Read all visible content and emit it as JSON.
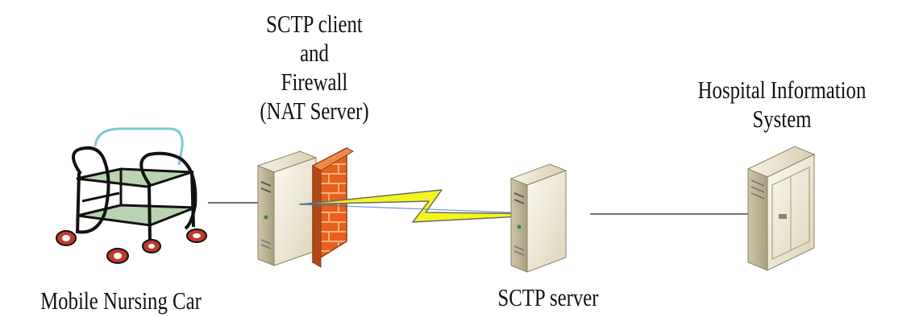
{
  "labels": {
    "client": [
      "SCTP client",
      "and",
      "Firewall",
      "(NAT Server)"
    ],
    "his": [
      "Hospital Information",
      "System"
    ],
    "server": "SCTP server",
    "car": "Mobile Nursing Car"
  },
  "colors": {
    "line": "#444444",
    "lightning_fill": "#f5f51e",
    "lightning_stroke": "#6a6a6a",
    "firewall_brick": "#e8601f",
    "firewall_mortar": "#f7b07a",
    "server_body": "#e9e3cf",
    "server_front": "#f3efe0",
    "cart_frame": "#111111",
    "cart_shelf": "#b9d3b2",
    "cart_glass": "#7fc9d6",
    "cart_wheel": "#c0392b"
  }
}
